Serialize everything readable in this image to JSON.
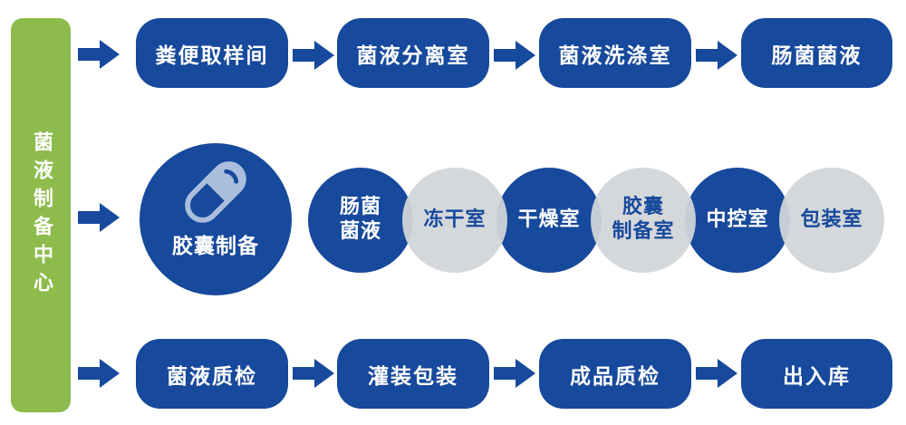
{
  "palette": {
    "brand_blue": "#17499C",
    "bar_green": "#8DBC4C",
    "circle_gray": "#D2D6D9",
    "capsule_light_blue": "#A9BEDC"
  },
  "left_bar": {
    "label": "菌液制备中心"
  },
  "hub": {
    "label": "胶囊制备",
    "icon": "capsule-icon"
  },
  "top_row": {
    "steps": [
      {
        "label": "粪便取样间"
      },
      {
        "label": "菌液分离室"
      },
      {
        "label": "菌液洗涤室"
      },
      {
        "label": "肠菌菌液"
      }
    ]
  },
  "middle_row": {
    "rooms": [
      {
        "line1": "肠菌",
        "line2": "菌液",
        "color": "blue"
      },
      {
        "line1": "冻干室",
        "line2": "",
        "color": "gray"
      },
      {
        "line1": "干燥室",
        "line2": "",
        "color": "blue"
      },
      {
        "line1": "胶囊",
        "line2": "制备室",
        "color": "gray"
      },
      {
        "line1": "中控室",
        "line2": "",
        "color": "blue"
      },
      {
        "line1": "包装室",
        "line2": "",
        "color": "gray"
      }
    ]
  },
  "bottom_row": {
    "steps": [
      {
        "label": "菌液质检"
      },
      {
        "label": "灌装包装"
      },
      {
        "label": "成品质检"
      },
      {
        "label": "出入库"
      }
    ]
  }
}
